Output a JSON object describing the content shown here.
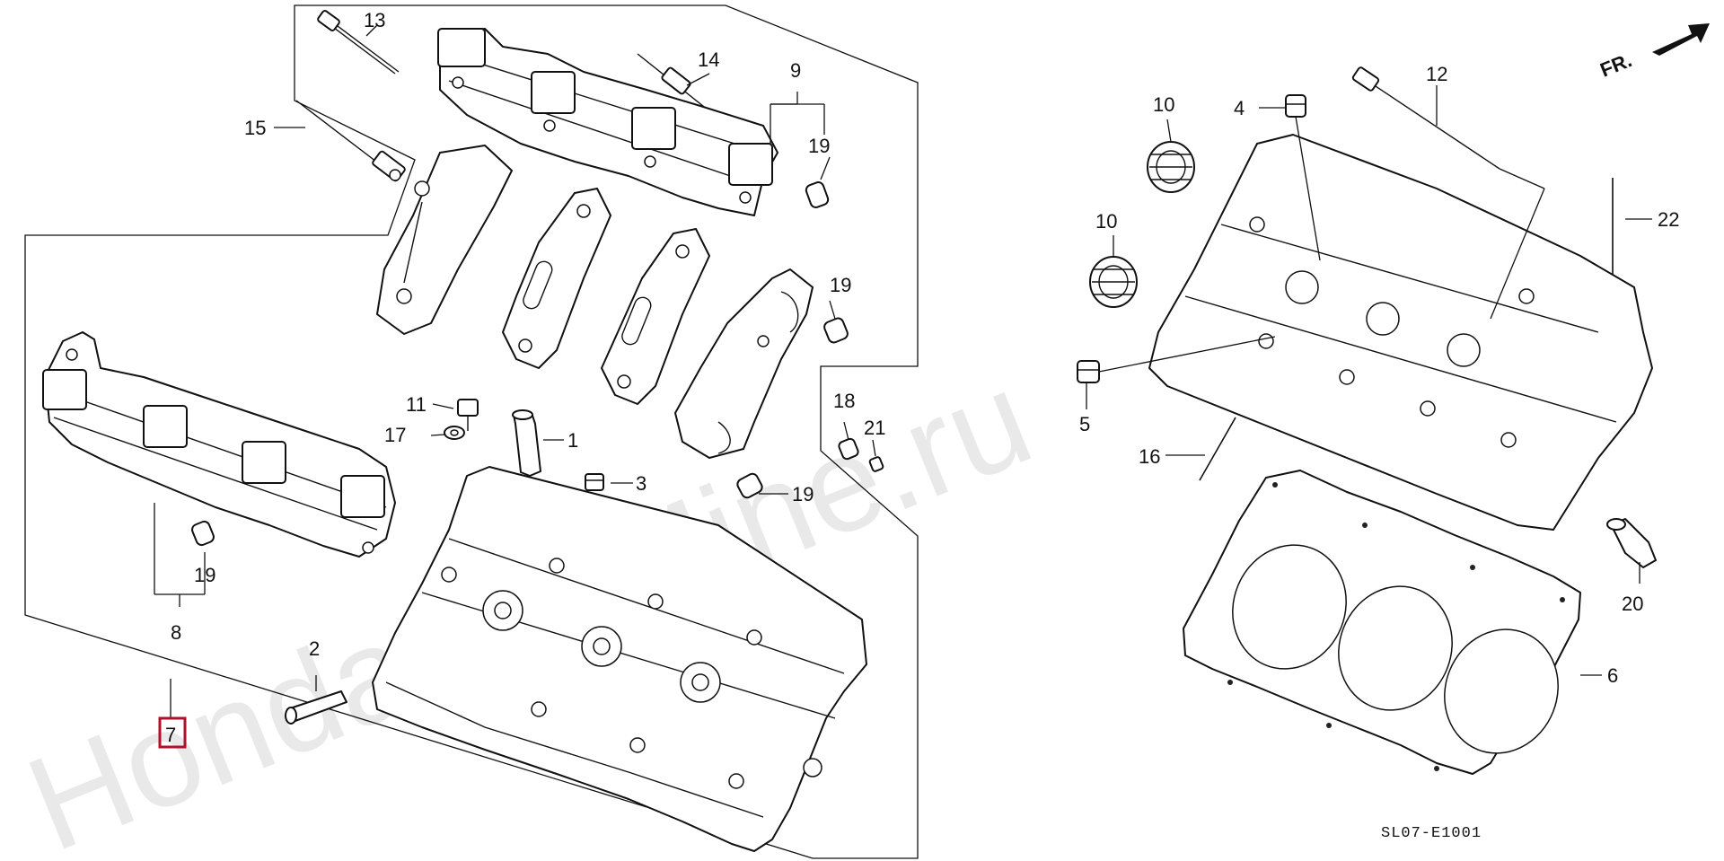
{
  "watermark": "HondaCarMine.ru",
  "direction_label": "FR.",
  "diagram_code": "SL07-E1001",
  "callouts": [
    {
      "id": "c13",
      "label": "13"
    },
    {
      "id": "c14",
      "label": "14"
    },
    {
      "id": "c9",
      "label": "9"
    },
    {
      "id": "c19a",
      "label": "19"
    },
    {
      "id": "c15",
      "label": "15"
    },
    {
      "id": "c19b",
      "label": "19"
    },
    {
      "id": "c11",
      "label": "11"
    },
    {
      "id": "c17",
      "label": "17"
    },
    {
      "id": "c1",
      "label": "1"
    },
    {
      "id": "c18",
      "label": "18"
    },
    {
      "id": "c21",
      "label": "21"
    },
    {
      "id": "c3",
      "label": "3"
    },
    {
      "id": "c19c",
      "label": "19"
    },
    {
      "id": "c19d",
      "label": "19"
    },
    {
      "id": "c8",
      "label": "8"
    },
    {
      "id": "c2",
      "label": "2"
    },
    {
      "id": "c7",
      "label": "7",
      "highlighted": true
    },
    {
      "id": "c10a",
      "label": "10"
    },
    {
      "id": "c4",
      "label": "4"
    },
    {
      "id": "c12",
      "label": "12"
    },
    {
      "id": "c10b",
      "label": "10"
    },
    {
      "id": "c22",
      "label": "22"
    },
    {
      "id": "c5",
      "label": "5"
    },
    {
      "id": "c16",
      "label": "16"
    },
    {
      "id": "c20",
      "label": "20"
    },
    {
      "id": "c6",
      "label": "6"
    }
  ],
  "colors": {
    "highlight": "#b0102a",
    "ink": "#111111",
    "watermark": "#e9e9e9"
  }
}
